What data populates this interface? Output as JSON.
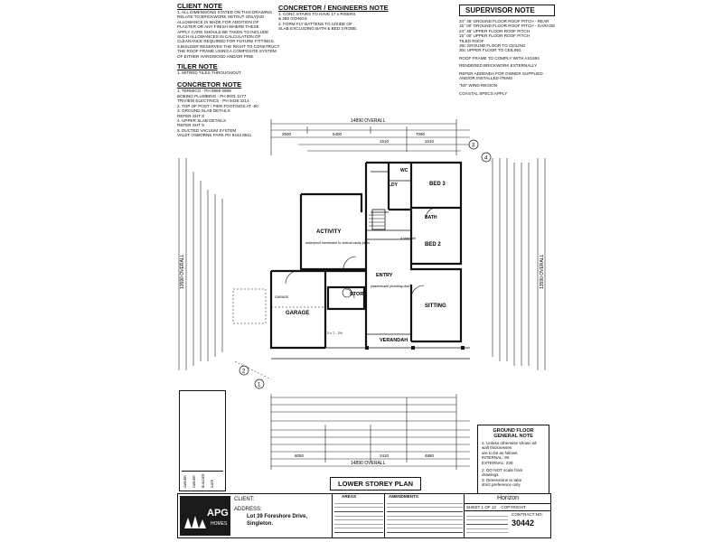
{
  "notes": {
    "client_note_title": "CLIENT NOTE",
    "client_note_lines": [
      "1. ALL DIMENSIONS STATED ON THIS DRAWING",
      "RELATE TO BRICKWORK SETOUT ONLY(NO",
      "ALLOWANCE IS MADE FOR ADDITION OF",
      "PLASTER OR ANY FINISH WHERE THESE",
      "APPLY CARE SHOULD BE TAKEN TO INCLUDE",
      "SUCH ALLOWANCES IN CALCULATION OF",
      "CLEARANCE REQUIRED FOR FUTURE FITTINGS.",
      "3.BUILDER RESERVES THE RIGHT TO CONSTRUCT",
      "THE ROOF FRAME USING A COMPOSITE SYSTEM",
      "OF EITHER HARDWOOD AND/OR PINE"
    ],
    "tiler_note_title": "TILER NOTE",
    "tiler_note_lines": [
      "1. MITRED TILES THROUGHOUT."
    ],
    "concreter_note_title": "CONCRETOR NOTE",
    "concreter_note_lines": [
      "1. TERMICO - PH 9999 0999",
      "   BOEING PLUMBING - PH 9001 1177",
      "   TRIVIEW ELECTRICS - PH 9436 3214",
      "2. TOP OF POST / PIER FOOTINGS AT -50",
      "3. GROUND SLAB DETAILS",
      "   REFER SHT 8",
      "4. UPPER SLAB DETAILS",
      "   REFER SHT 9",
      "5. DUCTED VACUUM SYSTEM",
      "   VALET OSBORNE PARK PH 9444 8611"
    ],
    "concrete_eng_title": "CONCRETOR / ENGINEERS NOTE",
    "concrete_eng_lines": [
      "1. CONC STAIRS TO HAVE 17 x RISERS",
      "   & 280 GOINGS",
      "2. FORM FLY BATTENS TO U/SIDE OF",
      "   SLAB EXCLUDING BATH & BED 3 ROBE."
    ],
    "supervisor_title": "SUPERVISOR NOTE",
    "supervisor_lines": [
      "24° 45' GROUND FLOOR ROOF PITCH - REAR",
      "15° 00' GROUND FLOOR ROOF PITCH - GARAGE",
      "24° 45' UPPER FLOOR ROOF PITCH",
      "15° 00' UPPER FLOOR ROOF PITCH",
      "TILED  ROOF",
      "28c GROUND FLOOR TO CEILING",
      "30c UPPER FLOOR TO CEILING",
      "",
      "ROOF FRAME TO COMPLY WITH AS1684",
      "",
      "RENDERED BRICKWORK EXTERNALLY",
      "",
      "REFER ADDENDA FOR OWNER SUPPLIED",
      "AND/OR INSTALLED ITEMS",
      "",
      "\"N3\" WIND REGION",
      "",
      "COASTAL SPECS APPLY"
    ]
  },
  "plan": {
    "overall_top": "14890 OVERALL",
    "overall_bottom": "14890 OVERALL",
    "overall_left": "13590 OVERALL",
    "overall_right": "13590 OVERALL",
    "rooms": {
      "activity": "ACTIVITY",
      "garage": "GARAGE",
      "store": "STORE",
      "entry": "ENTRY",
      "sitting": "SITTING",
      "verandah": "VERANDAH",
      "bed2": "BED 2",
      "bed3": "BED 3",
      "bath": "BATH",
      "ldy": "LDY",
      "wc": "WC"
    },
    "top_dims": [
      "2500",
      "5400",
      "7090",
      "1610",
      "1610"
    ],
    "bottom_dims": [
      "6050",
      "2410",
      "4880"
    ],
    "markers": [
      "2",
      "1",
      "3",
      "4"
    ],
    "annotations": [
      "4 stairwell",
      "waterproof membrane to vertical cavity joints",
      "plasterboard plumbing duct",
      "GARAGE",
      "2 x 7 - 2½"
    ]
  },
  "plan_title": "LOWER STOREY PLAN",
  "general_note": {
    "title": "GROUND FLOOR GENERAL NOTE",
    "lines": [
      "1. Unless otherwise shown all",
      "   wall thicknesses",
      "   are to be as follows",
      "   INTERNAL: 90",
      "   EXTERNAL: 230",
      "",
      "2. DO NOT scale from",
      "   drawings.",
      "3. Dimensions to take",
      "   strict preference only"
    ]
  },
  "title_block": {
    "company": "APG",
    "company_sub": "HOMES",
    "client_label": "CLIENT:",
    "address_label": "ADDRESS:",
    "address_line1": "Lot 39 Foreshore Drive,",
    "address_line2": "Singleton.",
    "areas_label": "AREAS",
    "amendments_label": "AMENDMENTS",
    "project": "Horizon",
    "sheet": "SHEET 1 OF 12",
    "copyright": "COPYRIGHT",
    "contract_no_label": "CONTRACT NO:",
    "contract_no": "30442",
    "left_box_labels": [
      "OWNER",
      "OWNER",
      "BUILDER",
      "DATE"
    ]
  }
}
